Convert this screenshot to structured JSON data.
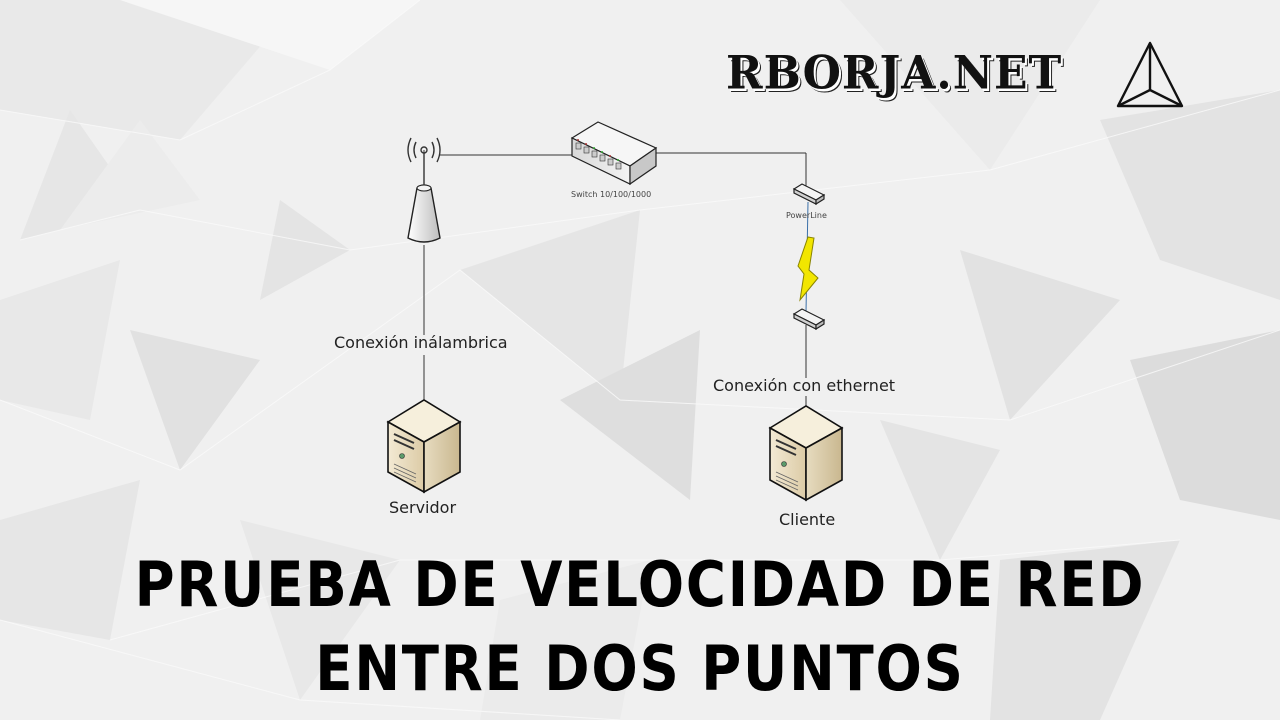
{
  "brand": {
    "name": "RBORJA.NET",
    "logo_icon": "triangle-pyramid-icon"
  },
  "diagram": {
    "nodes": {
      "access_point": {
        "icon": "wireless-access-point-icon"
      },
      "switch": {
        "icon": "network-switch-icon",
        "label": "Switch 10/100/1000"
      },
      "powerline_top": {
        "icon": "powerline-adapter-icon",
        "label": "PowerLine"
      },
      "powerline_bottom": {
        "icon": "powerline-adapter-icon"
      },
      "lightning": {
        "icon": "lightning-bolt-icon",
        "color": "#f2e600"
      },
      "server": {
        "icon": "server-tower-icon",
        "label": "Servidor"
      },
      "client": {
        "icon": "server-tower-icon",
        "label": "Cliente"
      }
    },
    "connections": {
      "wireless": "Conexión inálambrica",
      "ethernet": "Conexión con ethernet"
    }
  },
  "title": {
    "line1": "PRUEBA DE VELOCIDAD DE RED",
    "line2": "ENTRE DOS PUNTOS"
  },
  "colors": {
    "background": "#efefef",
    "text": "#000000",
    "tower_fill": "#e8dcc0",
    "line": "#333333"
  }
}
